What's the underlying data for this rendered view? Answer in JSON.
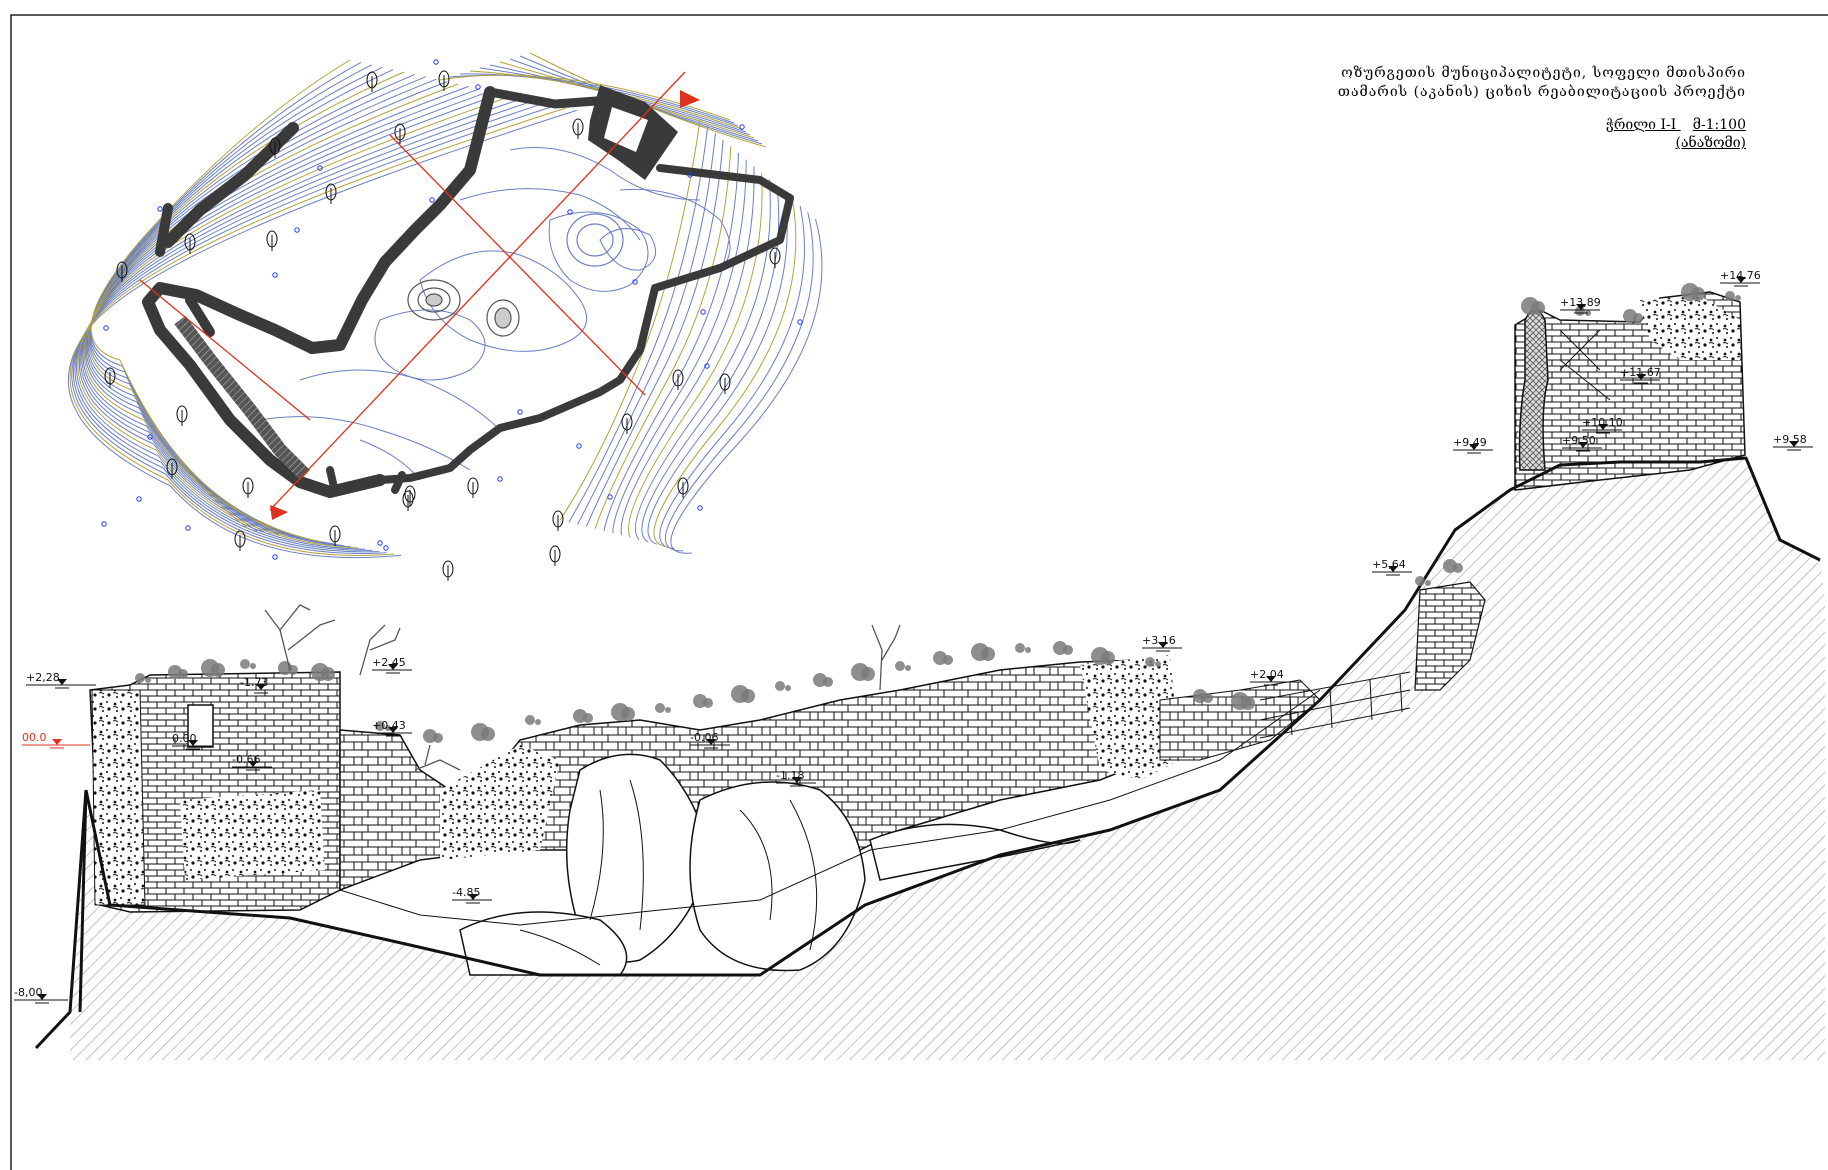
{
  "title": {
    "line1": "ოზურგეთის მუნიციპალიტეტი, სოფელი მთისპირი",
    "line2": "თამარის (აკანის) ციხის რეაბილიტაციის პროექტი"
  },
  "section": {
    "label": "ჭრილი I-I",
    "scale": "მ-1:100",
    "subtitle": "(ანაზომი)"
  },
  "levels": [
    {
      "id": "l1",
      "text": "+2,28"
    },
    {
      "id": "l2",
      "text": "00.0"
    },
    {
      "id": "l3",
      "text": "-8,00"
    },
    {
      "id": "l4",
      "text": "-1.73"
    },
    {
      "id": "l5",
      "text": "0.00"
    },
    {
      "id": "l6",
      "text": "-0.66"
    },
    {
      "id": "l7",
      "text": "+2.45"
    },
    {
      "id": "l8",
      "text": "+0.43"
    },
    {
      "id": "l9",
      "text": "-4.85"
    },
    {
      "id": "l10",
      "text": "-0.06"
    },
    {
      "id": "l11",
      "text": "-1.18"
    },
    {
      "id": "l12",
      "text": "+3.16"
    },
    {
      "id": "l13",
      "text": "+2.04"
    },
    {
      "id": "l14",
      "text": "+5,64"
    },
    {
      "id": "l15",
      "text": "+9,49"
    },
    {
      "id": "l16",
      "text": "+13,89"
    },
    {
      "id": "l17",
      "text": "+14.76"
    },
    {
      "id": "l18",
      "text": "+11.67"
    },
    {
      "id": "l19",
      "text": "+10.10"
    },
    {
      "id": "l20",
      "text": "+9.50"
    },
    {
      "id": "l21",
      "text": "+9.58"
    }
  ],
  "colors": {
    "contour_blue": "#6a7fc4",
    "contour_olive": "#b3a23c",
    "wall_fill": "#3a3a3a",
    "section_red": "#e0301e",
    "survey_point": "#1a35ff",
    "ground_hatch": "#9a9a9a",
    "vegetation": "#7a7a7a"
  },
  "icons": {
    "tree": "tree-icon",
    "level_marker": "level-marker-icon",
    "section_arrow": "section-arrow-icon",
    "survey_point": "survey-point-icon"
  }
}
